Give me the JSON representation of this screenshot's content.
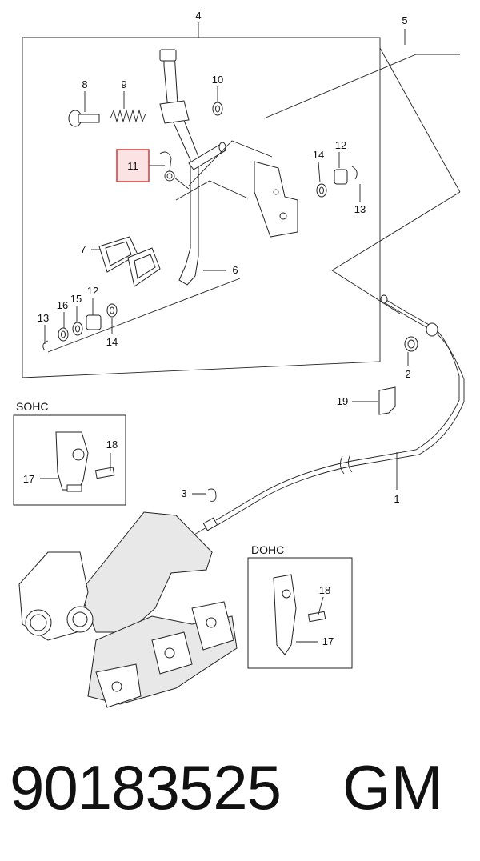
{
  "diagram": {
    "callouts": {
      "c1": "1",
      "c2": "2",
      "c3": "3",
      "c4": "4",
      "c5": "5",
      "c6": "6",
      "c7": "7",
      "c8": "8",
      "c9": "9",
      "c10": "10",
      "c11": "11",
      "c12a": "12",
      "c12b": "12",
      "c13a": "13",
      "c13b": "13",
      "c14a": "14",
      "c14b": "14",
      "c15": "15",
      "c16": "16",
      "c17a": "17",
      "c17b": "17",
      "c18a": "18",
      "c18b": "18",
      "c19": "19"
    },
    "boxes": {
      "sohc_label": "SOHC",
      "dohc_label": "DOHC"
    },
    "highlight_callout": "11",
    "colors": {
      "highlight_border": "#d24747",
      "highlight_fill": "#fbe3e3",
      "line": "#222222"
    }
  },
  "footer": {
    "part_number": "90183525",
    "brand": "GM"
  }
}
